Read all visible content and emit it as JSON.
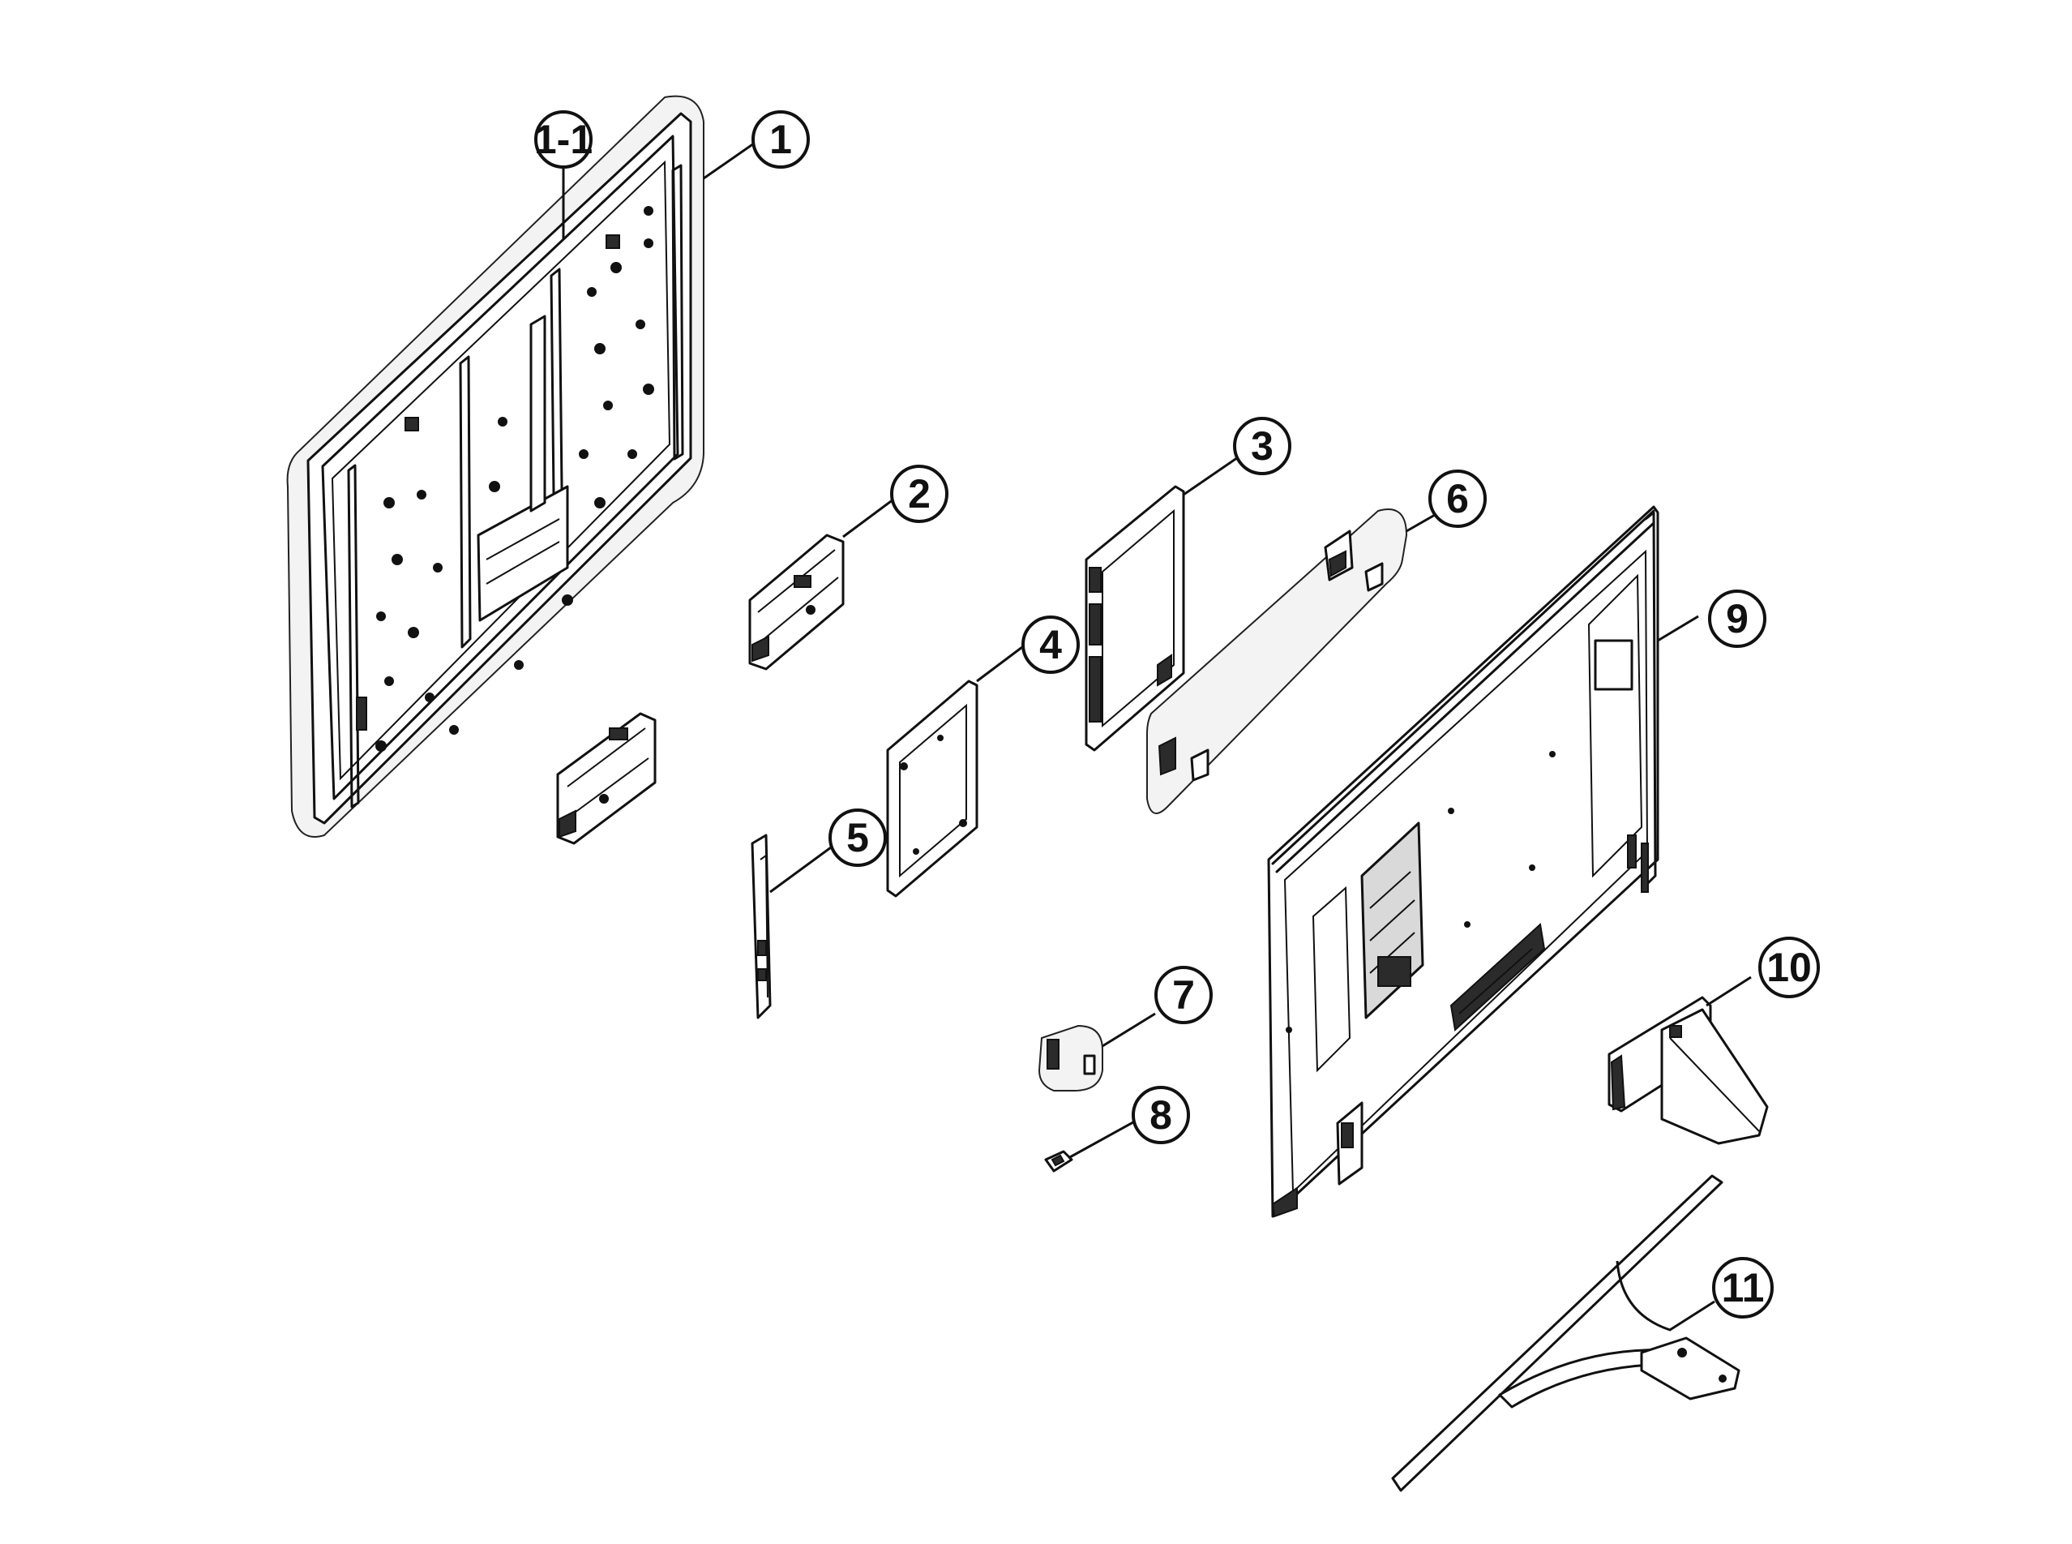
{
  "callouts": {
    "c1_1": "1-1",
    "c1": "1",
    "c2": "2",
    "c3": "3",
    "c4": "4",
    "c5": "5",
    "c6": "6",
    "c7": "7",
    "c8": "8",
    "c9": "9",
    "c10": "10",
    "c11": "11"
  }
}
